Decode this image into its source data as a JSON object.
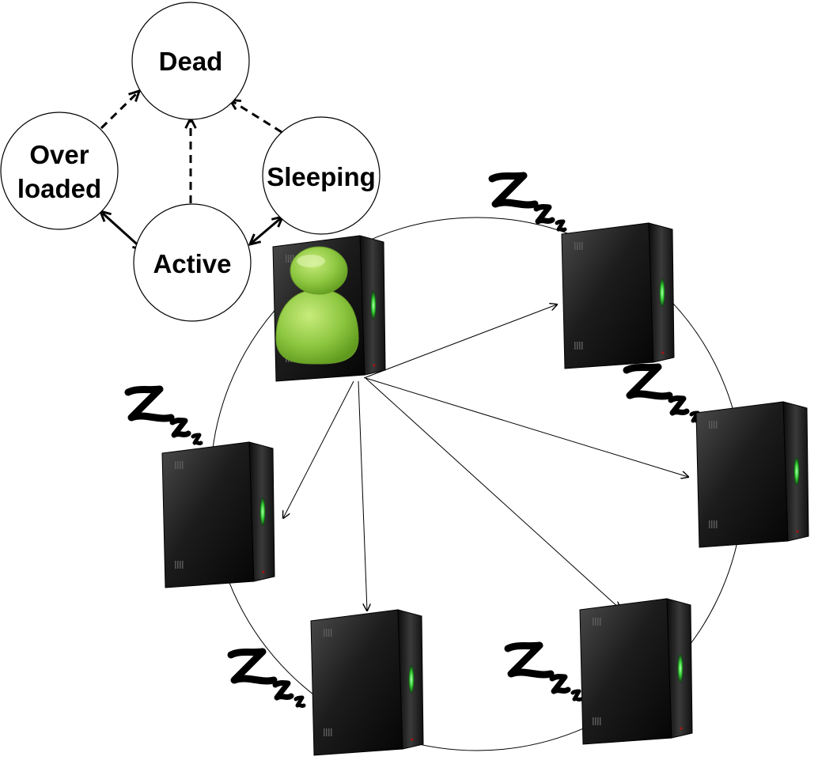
{
  "state_machine": {
    "states": [
      {
        "id": "dead",
        "lines": [
          "Dead"
        ]
      },
      {
        "id": "overloaded",
        "lines": [
          "Over",
          "loaded"
        ]
      },
      {
        "id": "sleeping",
        "lines": [
          "Sleeping"
        ]
      },
      {
        "id": "active",
        "lines": [
          "Active"
        ]
      }
    ],
    "transitions": [
      {
        "from": "overloaded",
        "to": "dead",
        "style": "dashed",
        "direction": "one-way"
      },
      {
        "from": "active",
        "to": "dead",
        "style": "dashed",
        "direction": "one-way"
      },
      {
        "from": "sleeping",
        "to": "dead",
        "style": "dashed",
        "direction": "one-way"
      },
      {
        "from": "overloaded",
        "to": "active",
        "style": "solid",
        "direction": "two-way"
      },
      {
        "from": "active",
        "to": "sleeping",
        "style": "solid",
        "direction": "two-way"
      }
    ]
  },
  "ring": {
    "servers": [
      {
        "id": "server-active-user",
        "state": "active",
        "icon": "user-icon",
        "sleeping": false
      },
      {
        "id": "server-top-right",
        "state": "sleeping",
        "icon": "zzz-icon",
        "sleeping": true
      },
      {
        "id": "server-right",
        "state": "sleeping",
        "icon": "zzz-icon",
        "sleeping": true
      },
      {
        "id": "server-bottom-right",
        "state": "sleeping",
        "icon": "zzz-icon",
        "sleeping": true
      },
      {
        "id": "server-bottom",
        "state": "sleeping",
        "icon": "zzz-icon",
        "sleeping": true
      },
      {
        "id": "server-left",
        "state": "sleeping",
        "icon": "zzz-icon",
        "sleeping": true
      }
    ],
    "arrows_from": "server-active-user",
    "arrows_to": [
      "server-top-right",
      "server-right",
      "server-bottom-right",
      "server-bottom",
      "server-left"
    ]
  },
  "colors": {
    "server_body": "#1c1c1c",
    "server_highlight": "#4a4a4a",
    "power_led": "#3bd43b",
    "user_icon": "#8cc63f",
    "line": "#000000"
  }
}
